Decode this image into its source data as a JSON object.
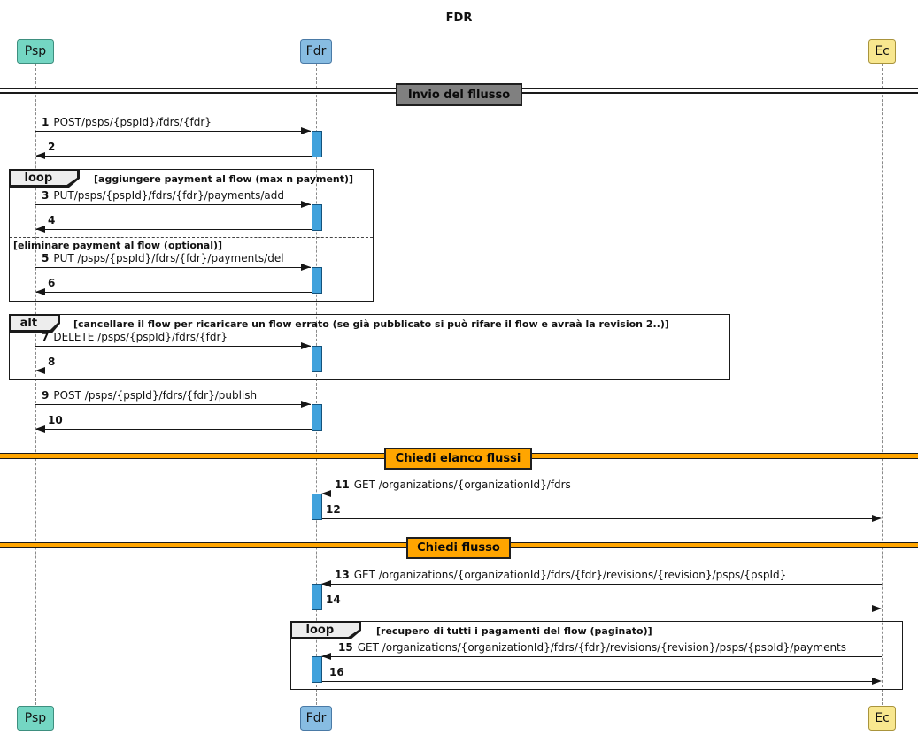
{
  "diagram_title": "FDR",
  "participants": [
    {
      "name": "Psp",
      "fill": "#74d6c3",
      "stroke": "#3e8f7f"
    },
    {
      "name": "Fdr",
      "fill": "#87bce2",
      "stroke": "#4a7aa6"
    },
    {
      "name": "Ec",
      "fill": "#f8e78f",
      "stroke": "#a9943c"
    }
  ],
  "dividers": [
    {
      "label": "Invio del fllusso",
      "fill": "#808080"
    },
    {
      "label": "Chiedi elanco flussi",
      "fill": "#ffa500"
    },
    {
      "label": "Chiedi flusso",
      "fill": "#ffa500"
    }
  ],
  "frames": [
    {
      "keyword": "loop",
      "condition": "[aggiungere payment al flow (max n payment)]",
      "else_condition": "[eliminare payment al flow (optional)]"
    },
    {
      "keyword": "alt",
      "condition": "[cancellare il flow per ricaricare un flow errato (se già pubblicato si può rifare il flow e avraà la revision 2..)]"
    },
    {
      "keyword": "loop",
      "condition": "[recupero di tutti i pagamenti del flow (paginato)]"
    }
  ],
  "messages": [
    {
      "num": "1",
      "text": "POST/psps/{pspId}/fdrs/{fdr}",
      "from": "Psp",
      "to": "Fdr"
    },
    {
      "num": "2",
      "text": "",
      "from": "Fdr",
      "to": "Psp"
    },
    {
      "num": "3",
      "text": "PUT/psps/{pspId}/fdrs/{fdr}/payments/add",
      "from": "Psp",
      "to": "Fdr"
    },
    {
      "num": "4",
      "text": "",
      "from": "Fdr",
      "to": "Psp"
    },
    {
      "num": "5",
      "text": "PUT /psps/{pspId}/fdrs/{fdr}/payments/del",
      "from": "Psp",
      "to": "Fdr"
    },
    {
      "num": "6",
      "text": "",
      "from": "Fdr",
      "to": "Psp"
    },
    {
      "num": "7",
      "text": "DELETE /psps/{pspId}/fdrs/{fdr}",
      "from": "Psp",
      "to": "Fdr"
    },
    {
      "num": "8",
      "text": "",
      "from": "Fdr",
      "to": "Psp"
    },
    {
      "num": "9",
      "text": "POST /psps/{pspId}/fdrs/{fdr}/publish",
      "from": "Psp",
      "to": "Fdr"
    },
    {
      "num": "10",
      "text": "",
      "from": "Fdr",
      "to": "Psp"
    },
    {
      "num": "11",
      "text": "GET /organizations/{organizationId}/fdrs",
      "from": "Ec",
      "to": "Fdr"
    },
    {
      "num": "12",
      "text": "",
      "from": "Fdr",
      "to": "Ec"
    },
    {
      "num": "13",
      "text": "GET /organizations/{organizationId}/fdrs/{fdr}/revisions/{revision}/psps/{pspId}",
      "from": "Ec",
      "to": "Fdr"
    },
    {
      "num": "14",
      "text": "",
      "from": "Fdr",
      "to": "Ec"
    },
    {
      "num": "15",
      "text": "GET /organizations/{organizationId}/fdrs/{fdr}/revisions/{revision}/psps/{pspId}/payments",
      "from": "Ec",
      "to": "Fdr"
    },
    {
      "num": "16",
      "text": "",
      "from": "Fdr",
      "to": "Ec"
    }
  ],
  "colors": {
    "activation_fill": "#41a2dc",
    "activation_stroke": "#14537c",
    "frame_header_fill": "#ededed",
    "divider_gray": "#808080",
    "divider_orange": "#ffa500",
    "lifeline": "#8a8a8a"
  }
}
